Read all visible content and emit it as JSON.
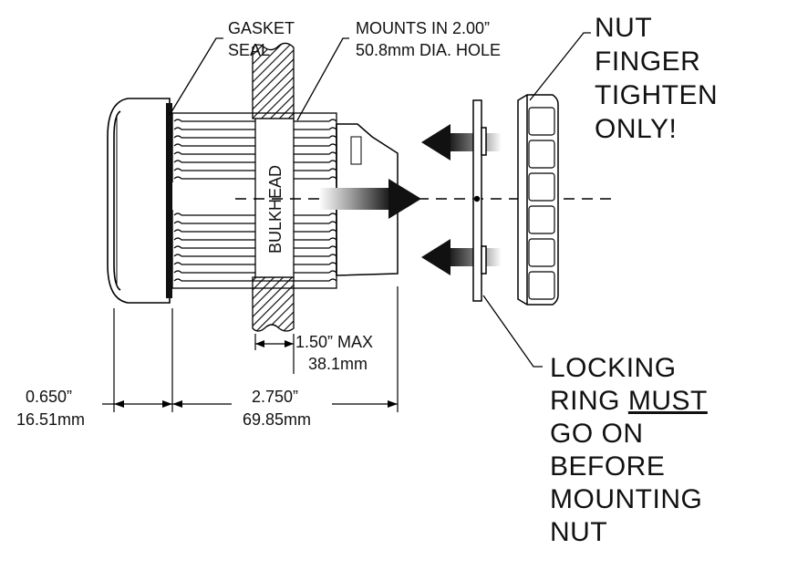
{
  "callouts": {
    "gasket": [
      "GASKET",
      "SEAL"
    ],
    "mounts": [
      "MOUNTS IN 2.00”",
      "50.8mm DIA. HOLE"
    ],
    "nut": [
      "NUT",
      "FINGER",
      "TIGHTEN",
      "ONLY!"
    ],
    "locking_ring": {
      "line1": "LOCKING",
      "line2_pre": "RING ",
      "line2_underlined": "MUST",
      "line3": "GO ON",
      "line4": "BEFORE",
      "line5": "MOUNTING",
      "line6": "NUT"
    }
  },
  "bulkhead_label": "BULKHEAD",
  "dimensions": {
    "bulkhead_max": [
      "1.50” MAX",
      "38.1mm"
    ],
    "bezel_depth": [
      "0.650”",
      "16.51mm"
    ],
    "body_length": [
      "2.750”",
      "69.85mm"
    ]
  }
}
